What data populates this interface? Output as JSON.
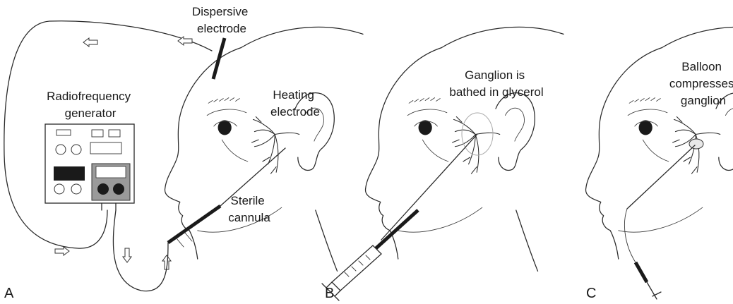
{
  "panels": [
    {
      "letter": "A",
      "labels": {
        "dispersive_electrode": [
          "Dispersive",
          "electrode"
        ],
        "rf_generator": [
          "Radiofrequency",
          "generator"
        ],
        "heating_electrode": [
          "Heating",
          "electrode"
        ],
        "sterile_cannula": [
          "Sterile",
          "cannula"
        ]
      }
    },
    {
      "letter": "B",
      "labels": {
        "ganglion_glycerol": [
          "Ganglion is",
          "bathed in glycerol"
        ]
      }
    },
    {
      "letter": "C",
      "labels": {
        "balloon": [
          "Balloon",
          "compresses",
          "ganglion"
        ]
      }
    }
  ]
}
